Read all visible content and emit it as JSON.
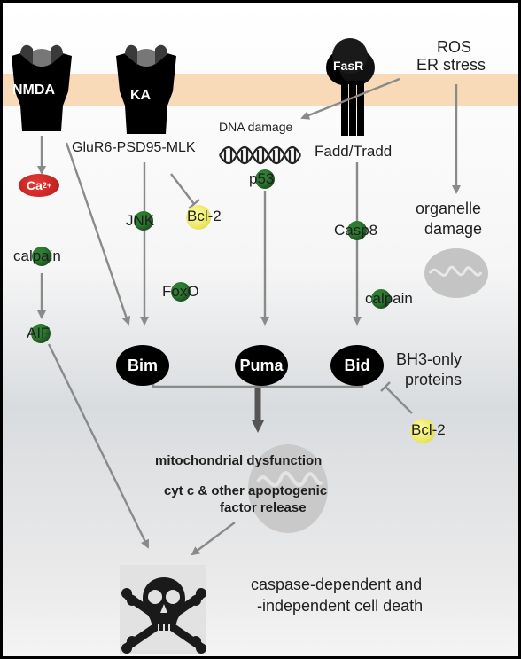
{
  "receptors": {
    "nmda": "NMDA",
    "ka": "KA",
    "fasr": "FasR"
  },
  "stimuli": {
    "ros": "ROS",
    "er_stress": "ER stress",
    "dna_damage": "DNA damage"
  },
  "mediators": {
    "glur6": "GluR6-PSD95-MLK",
    "fadd": "Fadd/Tradd",
    "ca_main": "Ca",
    "ca_sup": "2+",
    "calpain_left": "calpain",
    "aif": "AIF",
    "jnk": "JNK",
    "bcl2_top": "Bcl-2",
    "foxo": "FoxO",
    "p53": "p53",
    "casp8": "Casp8",
    "calpain_right": "calpain",
    "organelle": "organelle",
    "damage": "damage",
    "bcl2_bottom": "Bcl-2"
  },
  "bh3": {
    "bim": "Bim",
    "puma": "Puma",
    "bid": "Bid",
    "label_line1": "BH3-only",
    "label_line2": "proteins"
  },
  "outcome": {
    "mito_line1": "mitochondrial dysfunction",
    "mito_line2": "cyt c & other apoptogenic",
    "mito_line3": "factor release",
    "death_line1": "caspase-dependent and",
    "death_line2": "-independent cell death"
  },
  "colors": {
    "membrane": "#f8d9b8",
    "green_node": "#2e7d32",
    "yellow_node": "#e6e35a",
    "calcium": "#c62828",
    "arrow": "#8a8a8a"
  }
}
